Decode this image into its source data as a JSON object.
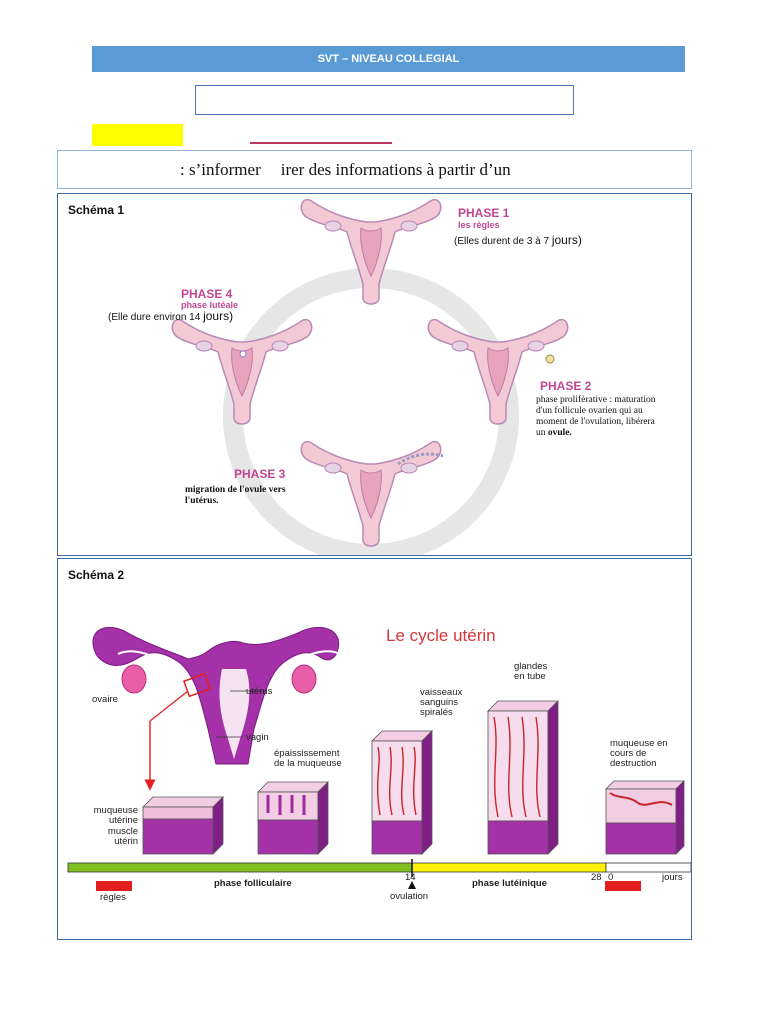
{
  "header": {
    "banner": "SVT – NIVEAU COLLEGIAL"
  },
  "objective": {
    "part1": ": s’informer",
    "part2": "irer des informations à partir d’un"
  },
  "schema1": {
    "label": "Schéma 1",
    "phase1": {
      "title": "PHASE 1",
      "subtitle": "les règles",
      "note_prefix": "(Elles durent de 3 à 7 ",
      "note_word": "jours",
      "note_suffix": ")"
    },
    "phase2": {
      "title": "PHASE 2",
      "desc_lines": [
        "phase prolifèrative : maturation",
        "d'un follicule ovarien qui au",
        "moment de l'ovulation, libérera"
      ],
      "desc_last_prefix": "un ",
      "desc_last_bold": "ovule."
    },
    "phase3": {
      "title": "PHASE 3",
      "desc_lines": [
        "migration de l'ovule vers",
        "l'utérus."
      ]
    },
    "phase4": {
      "title": "PHASE 4",
      "subtitle": "phase lutéale",
      "note_prefix": "(Elle dure environ 14 ",
      "note_word": "jours",
      "note_suffix": ")"
    },
    "colors": {
      "uterus_fill": "#f2c9d4",
      "uterus_outline": "#b98ab5",
      "wheel": "#e6e6e6"
    }
  },
  "schema2": {
    "label": "Schéma 2",
    "title": "Le cycle utérin",
    "labels": {
      "ovaire": "ovaire",
      "uterus": "utérus",
      "vagin": "vagin",
      "muqueuse": [
        "muqueuse",
        "utérine"
      ],
      "muscle": [
        "muscle",
        "utérin"
      ],
      "epaississement": [
        "épaississement",
        "de la muqueuse"
      ],
      "vaisseaux": [
        "vaisseaux",
        "sanguins",
        "spiralés"
      ],
      "glandes": [
        "glandes",
        "en tube"
      ],
      "destruction": [
        "muqueuse en",
        "cours de",
        "destruction"
      ]
    },
    "timeline": {
      "follicular": "phase folliculaire",
      "luteal": "phase lutéinique",
      "day14": "14",
      "ovulation": "ovulation",
      "day28": "28",
      "day0": "0",
      "jours": "jours",
      "regles": "règles"
    },
    "colors": {
      "purple": "#a531a8",
      "pink": "#e8b7d8",
      "green": "#7fbf1f",
      "yellow": "#fff200",
      "red": "#e31e1e"
    }
  }
}
